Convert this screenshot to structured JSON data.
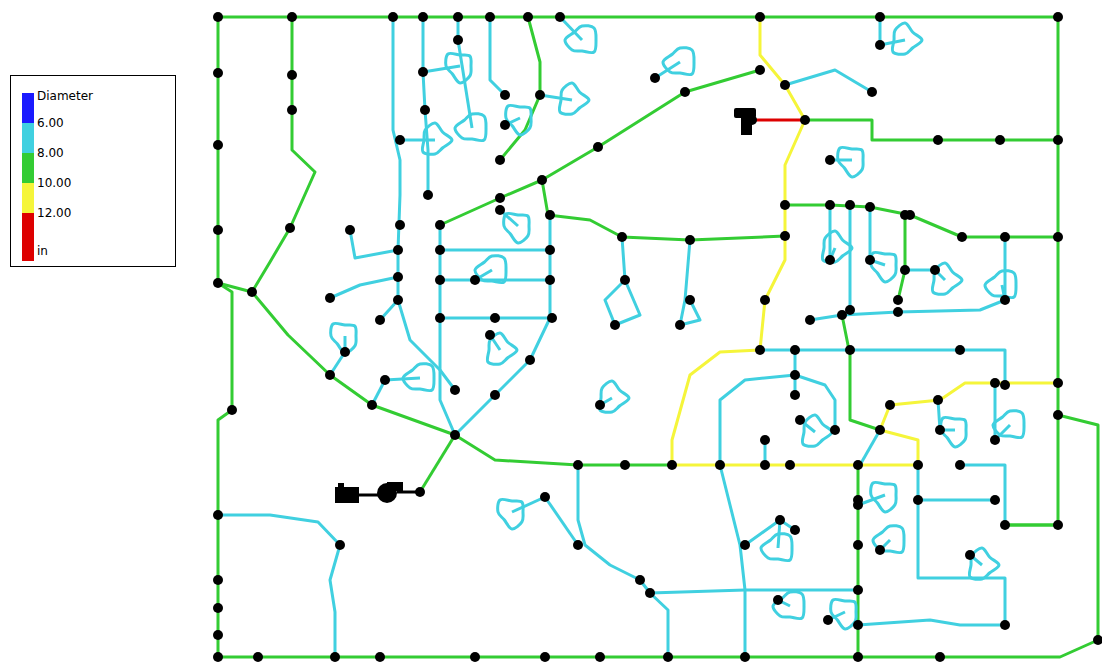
{
  "diagram": {
    "labels": [
      "Diameter"
    ],
    "legend": [
      {
        "text": "6.00",
        "color": "#1a1aff"
      },
      {
        "text": "8.00",
        "color": "#40d0e0"
      },
      {
        "text": "10.00",
        "color": "#33cc33"
      },
      {
        "text": "12.00",
        "color": "#f5f53a"
      },
      {
        "text": "in",
        "color": "#dd0000"
      }
    ]
  }
}
